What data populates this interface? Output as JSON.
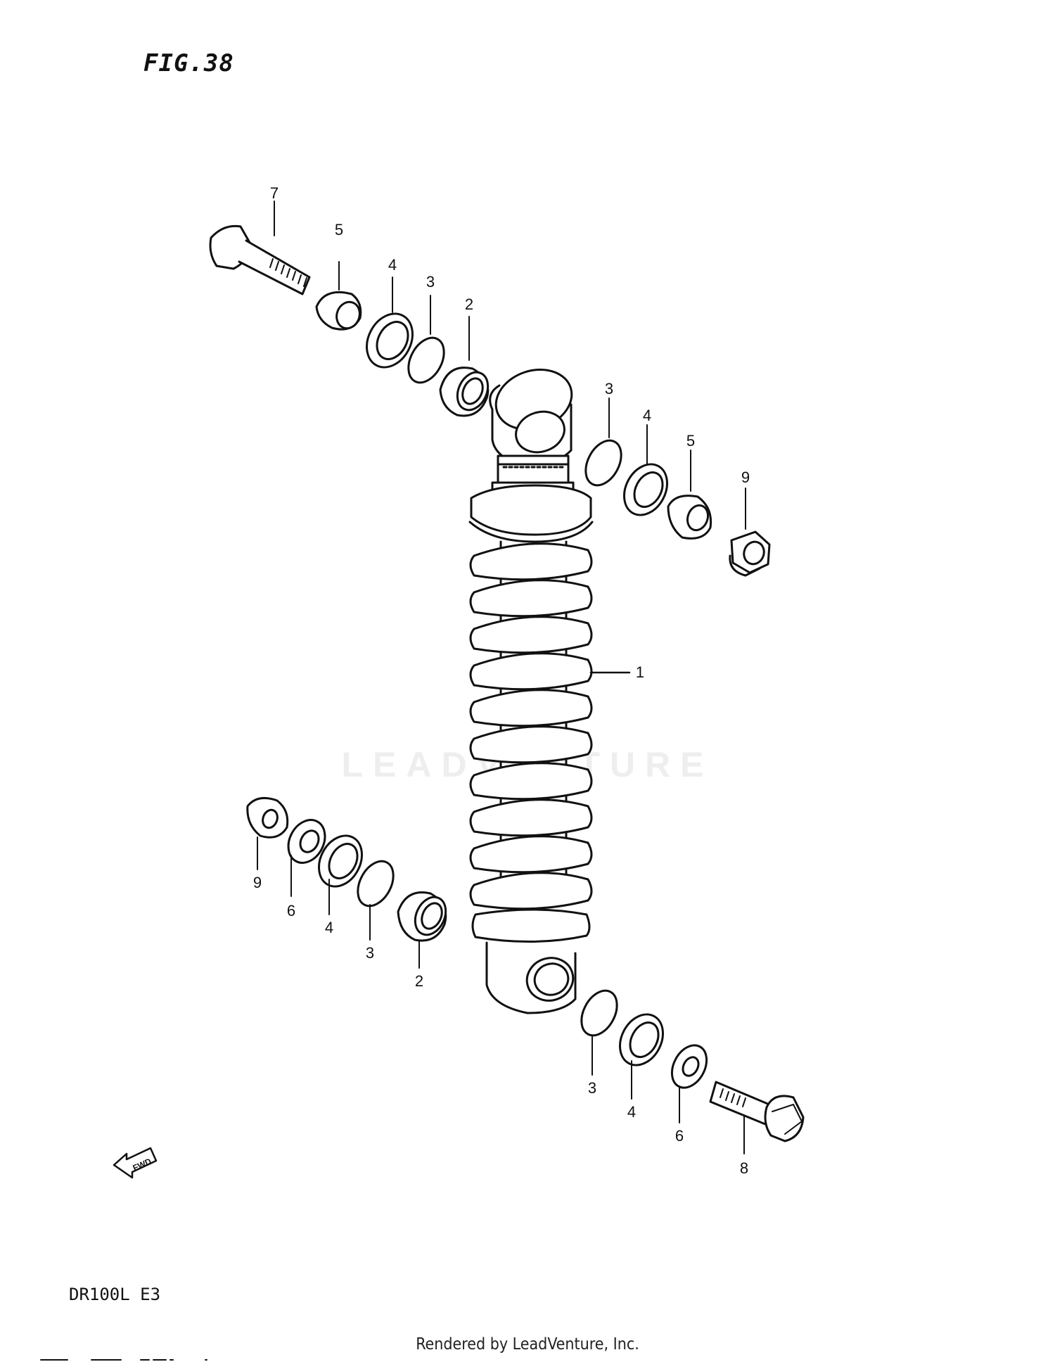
{
  "figure_title": "FIG.38",
  "model_code": "DR100L E3",
  "footer_text": "Rendered by LeadVenture, Inc.",
  "watermark_text": "LEADVENTURE",
  "fwd_label": "FWD",
  "callouts": {
    "shock_absorber": "1",
    "spacer_top": "2",
    "circlip_top_left": "3",
    "seal_top_left": "4",
    "bush_top_left": "5",
    "bolt_top": "7",
    "circlip_top_right": "3",
    "seal_top_right": "4",
    "bush_top_right": "5",
    "nut_top": "9",
    "nut_bottom": "9",
    "washer_bottom_left": "6",
    "seal_bottom_left": "4",
    "circlip_bottom_left": "3",
    "spacer_bottom": "2",
    "circlip_bottom_right": "3",
    "seal_bottom_right": "4",
    "washer_bottom_right": "6",
    "bolt_bottom": "8"
  }
}
